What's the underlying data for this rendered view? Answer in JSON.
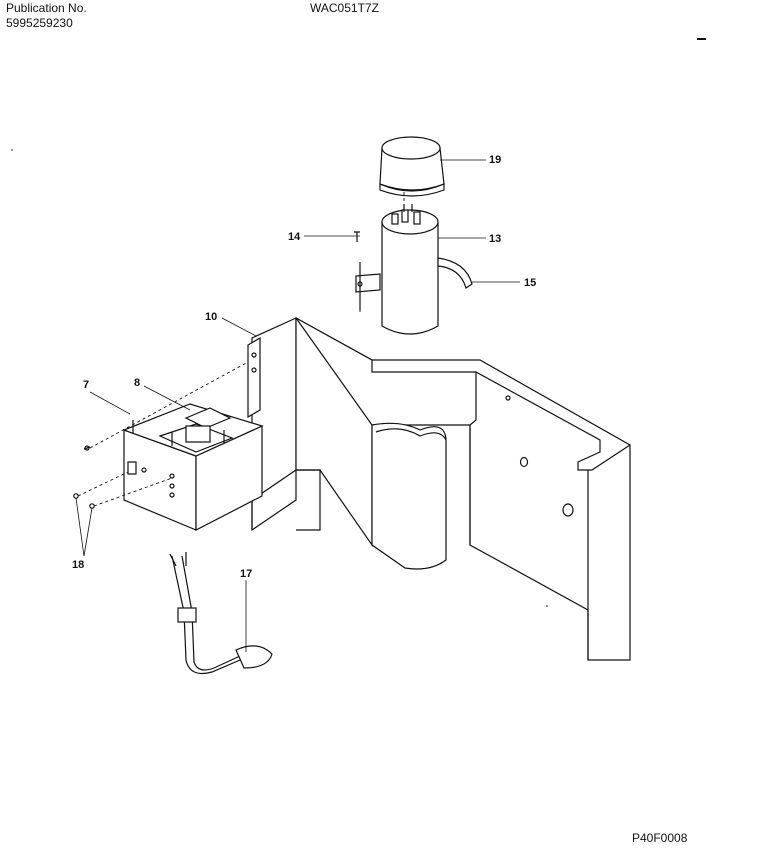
{
  "header": {
    "publication_label": "Publication No.",
    "publication_number": "5995259230",
    "model": "WAC051T7Z"
  },
  "footer": {
    "figure_code": "P40F0008"
  },
  "callouts": {
    "c19": "19",
    "c14": "14",
    "c13": "13",
    "c15": "15",
    "c10": "10",
    "c7": "7",
    "c8": "8",
    "c18": "18",
    "c17": "17"
  }
}
